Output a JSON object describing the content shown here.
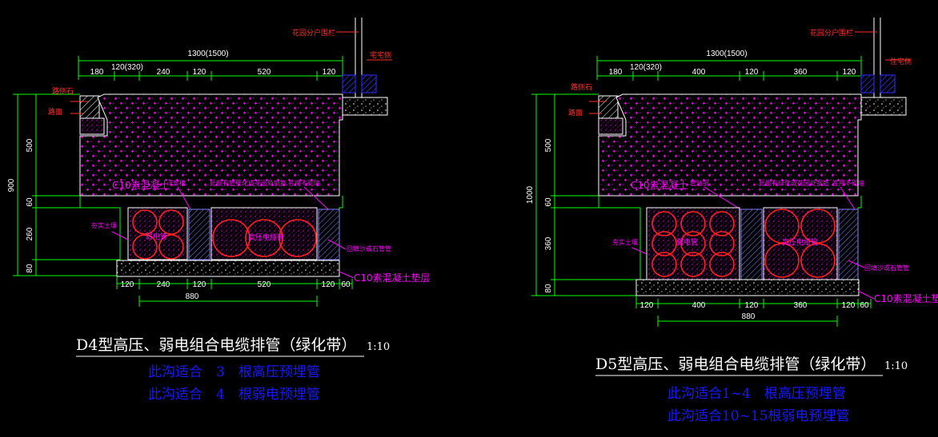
{
  "colors": {
    "dim": "#00ff00",
    "label": "#ff00ff",
    "pipe": "#ff0000",
    "note": "#1818ff",
    "background": "#000000"
  },
  "left": {
    "title": "D4型高压、弱电组合电缆排管（绿化带）",
    "scale": "1:10",
    "notes": [
      "此沟适合　3　根高压预埋管",
      "此沟适合　4　根弱电预埋管"
    ],
    "top_total": "1300(1500)",
    "top_dims": [
      "180",
      "120(320)",
      "240",
      "120",
      "520",
      "120"
    ],
    "left_total": "900",
    "left_dims": [
      "500",
      "60",
      "260",
      "80"
    ],
    "bottom_dims": [
      "120",
      "240",
      "120",
      "520",
      "120",
      "60"
    ],
    "bottom_total": "880",
    "labels": {
      "fence": "花园分户围栏",
      "wall": "宅宅侧",
      "curb": "路侧石",
      "road": "路面",
      "c10": "C10素混凝土",
      "float": "浮浆槽",
      "pipe_note": "此侧有管壁化成花园处钢筋",
      "wall_note": "答用不砌墙",
      "soil": "夯实土壤",
      "weak": "弱电管",
      "hv": "高压电缆管",
      "sand": "回填沙或石管管",
      "base": "C10素混凝土垫层"
    }
  },
  "right": {
    "title": "D5型高压、弱电组合电缆排管（绿化带）",
    "scale": "1:10",
    "notes": [
      "此沟适合1~4　根高压预埋管",
      "此沟适合10~15根弱电预埋管"
    ],
    "top_total": "1300(1500)",
    "top_dims": [
      "180",
      "120(320)",
      "400",
      "120",
      "360",
      "120"
    ],
    "left_total": "1000",
    "left_dims": [
      "500",
      "60",
      "360",
      "80"
    ],
    "bottom_dims": [
      "120",
      "400",
      "120",
      "360",
      "120",
      "60"
    ],
    "bottom_total": "880",
    "labels": {
      "fence": "花园分户围栏",
      "wall": "住宅侧",
      "curb": "路侧石",
      "road": "路面",
      "c10": "C10素混凝土",
      "float": "管端钢",
      "pipe_note": "此侧有绿化或花园处钢筋",
      "wall_note": "答用不砌墙",
      "soil": "夯实土壤",
      "weak": "弱电管",
      "hv": "高压电缆管",
      "sand": "回填沙或石管管",
      "base": "C10素混凝土垫层"
    }
  }
}
